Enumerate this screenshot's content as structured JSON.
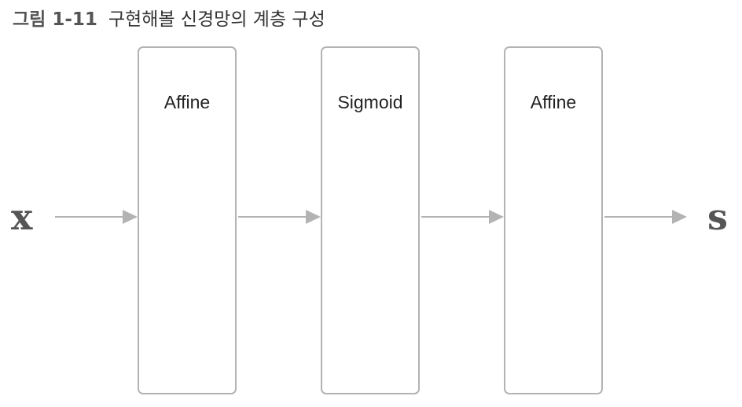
{
  "figure": {
    "number": "그림 1-11",
    "title": "구현해볼 신경망의 계층 구성"
  },
  "diagram": {
    "input_symbol": "x",
    "output_symbol": "s",
    "layers": [
      {
        "label": "Affine"
      },
      {
        "label": "Sigmoid"
      },
      {
        "label": "Affine"
      }
    ],
    "colors": {
      "box_border": "#b3b3b3",
      "arrow": "#b3b3b3",
      "symbol": "#555555",
      "label_text": "#222222"
    }
  }
}
